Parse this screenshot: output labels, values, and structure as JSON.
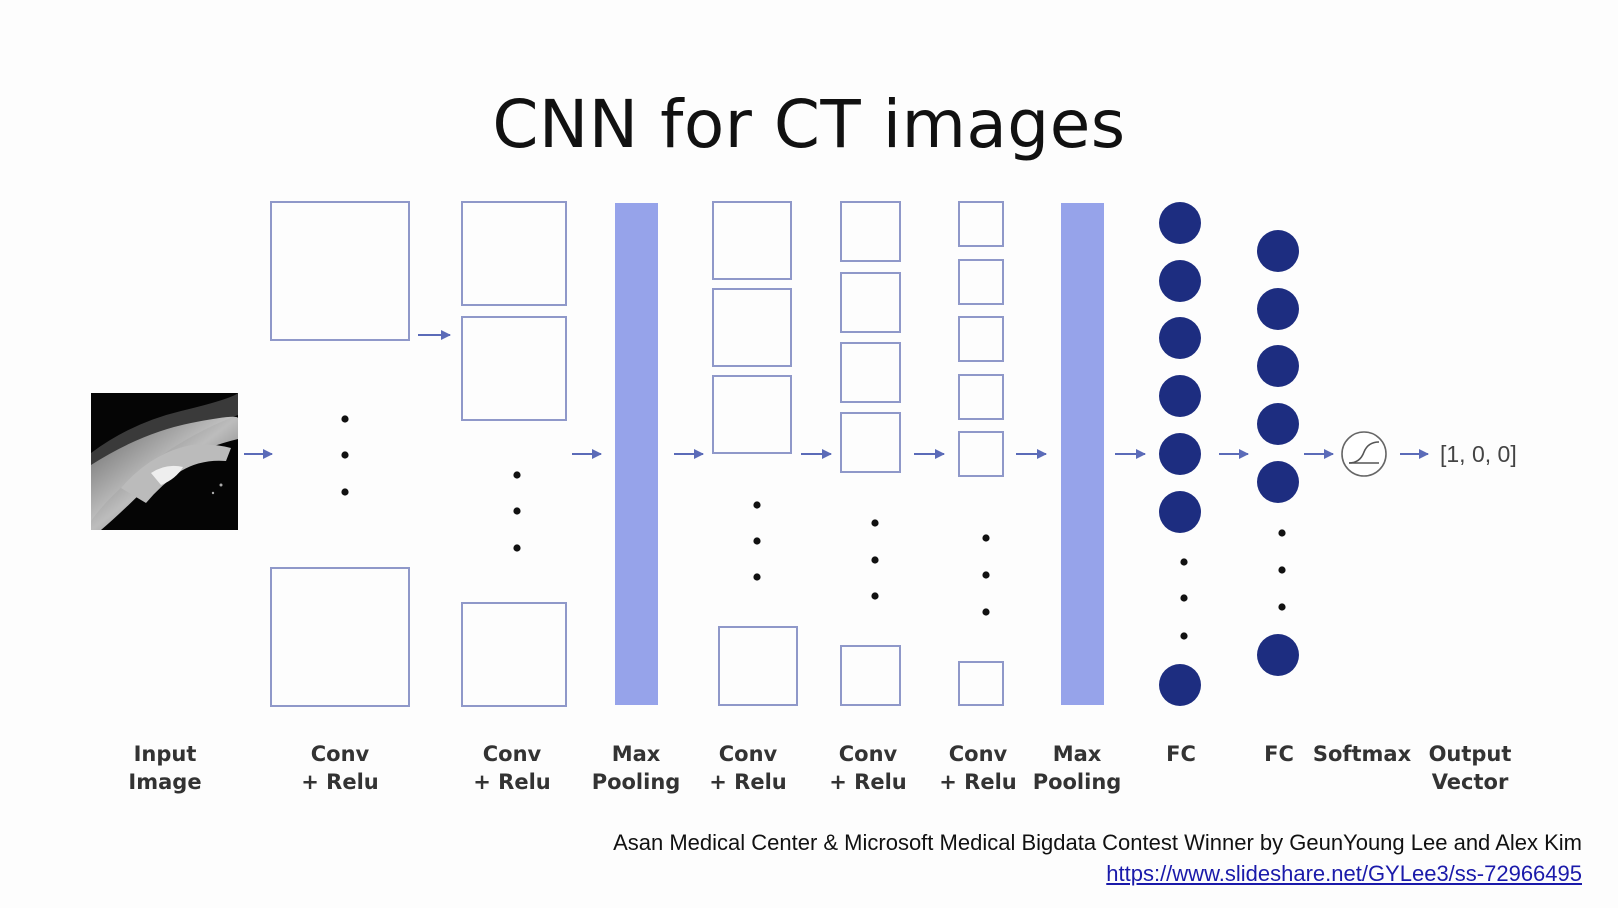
{
  "slide": {
    "title": "CNN for CT images",
    "output_vector": "[1, 0, 0]",
    "credit": "Asan Medical Center & Microsoft Medical Bigdata Contest Winner by GeunYoung Lee and Alex Kim",
    "link": "https://www.slideshare.net/GYLee3/ss-72966495"
  },
  "stages": [
    {
      "label": "Input\nImage"
    },
    {
      "label": "Conv\n+ Relu"
    },
    {
      "label": "Conv\n+ Relu"
    },
    {
      "label": "Max\nPooling"
    },
    {
      "label": "Conv\n+ Relu"
    },
    {
      "label": "Conv\n+ Relu"
    },
    {
      "label": "Conv\n+ Relu"
    },
    {
      "label": "Max\nPooling"
    },
    {
      "label": "FC"
    },
    {
      "label": "FC"
    },
    {
      "label": "Softmax"
    },
    {
      "label": "Output\nVector"
    }
  ],
  "colors": {
    "box_stroke": "#8f98c9",
    "pool_fill": "#96a3ea",
    "neuron_fill": "#1d2d80",
    "arrow": "#5b6bb8"
  }
}
